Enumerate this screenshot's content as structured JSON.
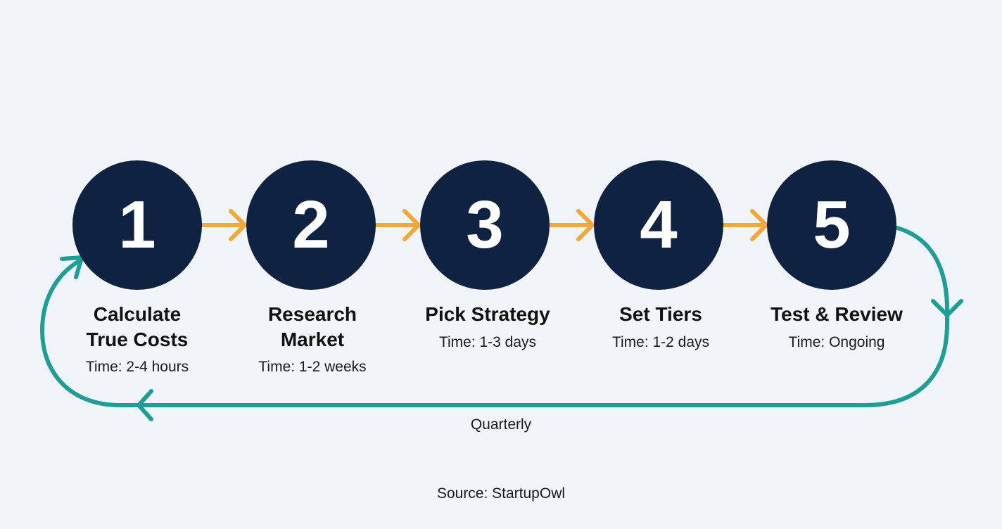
{
  "colors": {
    "background": "#f1f4f8",
    "circle": "#0f2241",
    "number": "#ffffff",
    "forward_arrow": "#f2a93b",
    "loop_arrow": "#1f9e98",
    "text": "#111111"
  },
  "steps": [
    {
      "number": "1",
      "title_line1": "Calculate",
      "title_line2": "True Costs",
      "time": "Time: 2-4 hours"
    },
    {
      "number": "2",
      "title_line1": "Research",
      "title_line2": "Market",
      "time": "Time: 1-2 weeks"
    },
    {
      "number": "3",
      "title_line1": "Pick Strategy",
      "title_line2": "",
      "time": "Time: 1-3 days"
    },
    {
      "number": "4",
      "title_line1": "Set Tiers",
      "title_line2": "",
      "time": "Time: 1-2 days"
    },
    {
      "number": "5",
      "title_line1": "Test & Review",
      "title_line2": "",
      "time": "Time: Ongoing"
    }
  ],
  "loop": {
    "label": "Quarterly",
    "icon": "cycle-arrow-icon"
  },
  "footer": {
    "source": "Source: StartupOwl"
  }
}
